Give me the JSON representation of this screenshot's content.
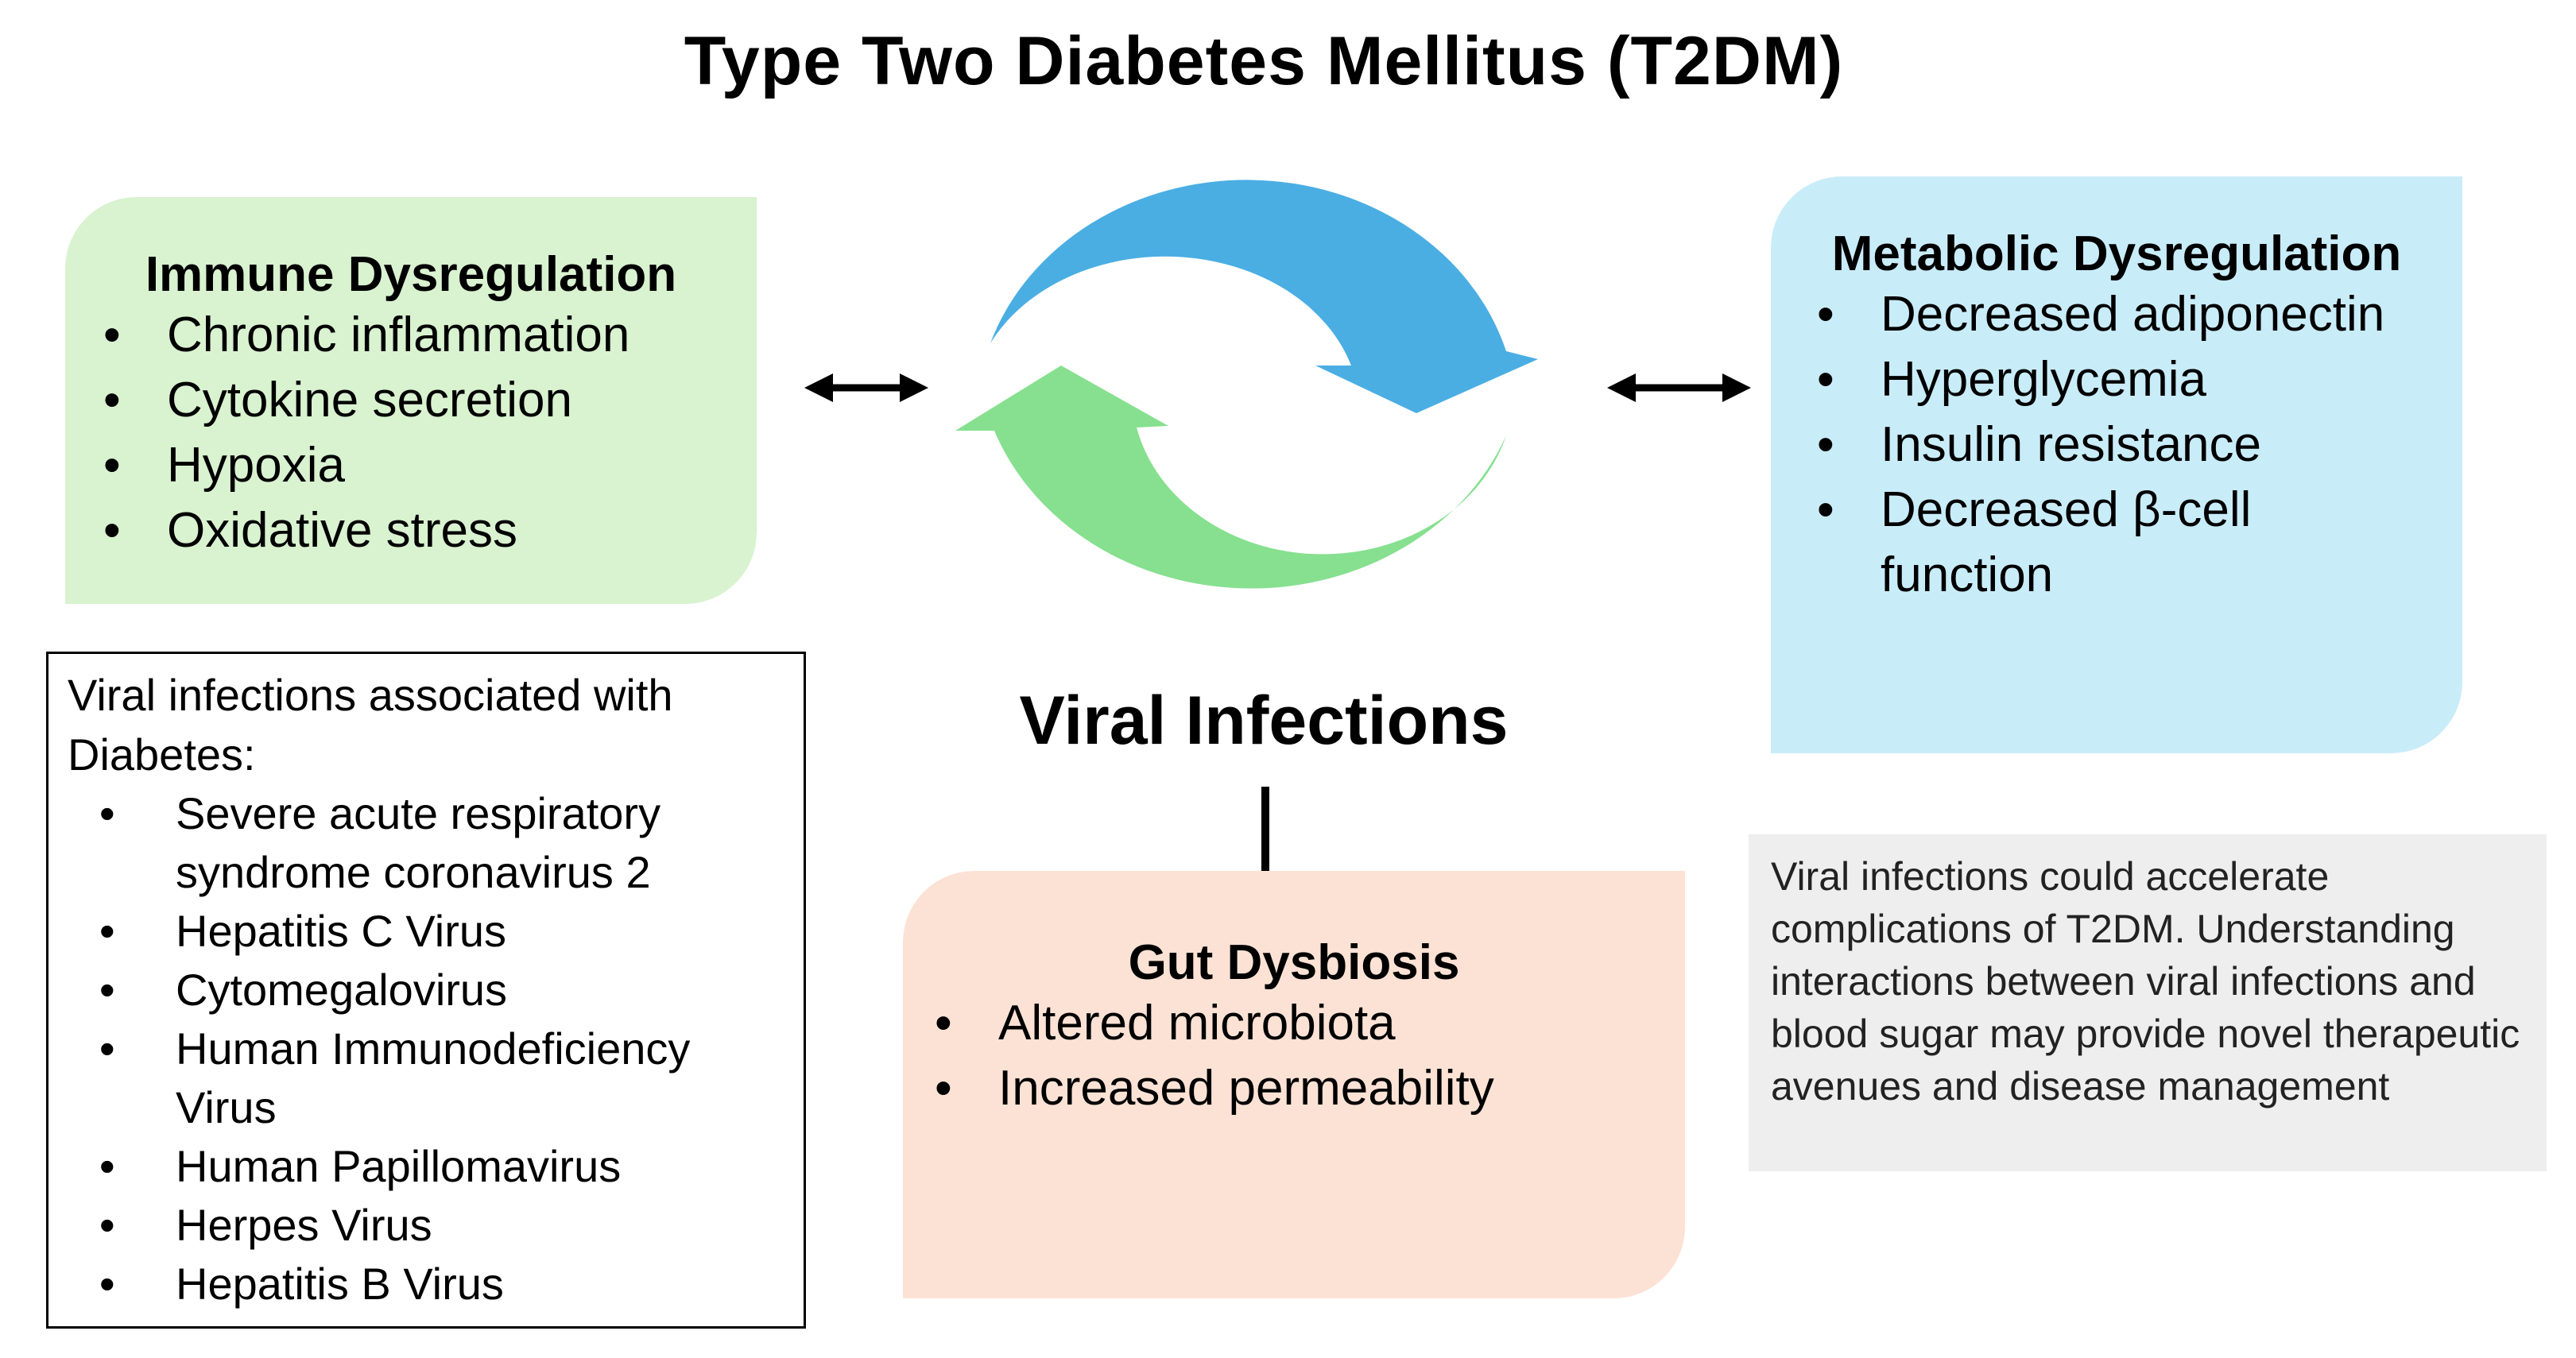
{
  "title": "Type Two Diabetes Mellitus (T2DM)",
  "center_label": "Viral Infections",
  "immune": {
    "heading": "Immune Dysregulation",
    "items": [
      "Chronic inflammation",
      "Cytokine secretion",
      "Hypoxia",
      "Oxidative stress"
    ]
  },
  "metabolic": {
    "heading": "Metabolic Dysregulation",
    "items": [
      "Decreased adiponectin",
      "Hyperglycemia",
      "Insulin resistance",
      "Decreased β-cell function"
    ]
  },
  "gut": {
    "heading": "Gut Dysbiosis",
    "items": [
      "Altered microbiota",
      "Increased permeability"
    ]
  },
  "virus_list": {
    "heading": "Viral infections associated with Diabetes:",
    "items": [
      "Severe acute respiratory syndrome coronavirus 2",
      "Hepatitis C Virus",
      "Cytomegalovirus",
      "Human Immunodeficiency Virus",
      "Human Papillomavirus",
      "Herpes Virus",
      "Hepatitis B Virus"
    ]
  },
  "note": "Viral infections could accelerate complications of T2DM. Understanding interactions between viral infections and blood sugar may provide novel therapeutic avenues and disease management",
  "colors": {
    "immune_bg": "#d9f2d0",
    "metabolic_bg": "#c9ecf9",
    "gut_bg": "#fbe2d5",
    "blue_arrow": "#4aaee3",
    "green_arrow": "#86e08f"
  },
  "icons": [
    "cytokine-cells-icon",
    "green-cells-icon",
    "liver-icon",
    "pancreas-icon",
    "stomach-icon"
  ]
}
